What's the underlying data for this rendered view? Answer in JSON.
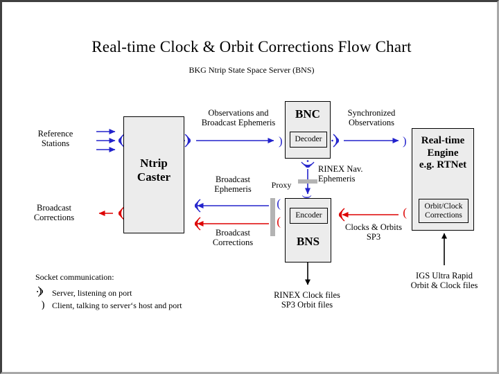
{
  "page": {
    "title": "Real-time Clock & Orbit Corrections Flow Chart",
    "subtitle": "BKG Ntrip State Space Server  (BNS)"
  },
  "colors": {
    "blue": "#2222cc",
    "red": "#dd0000",
    "box_fill": "#ececec",
    "box_border": "#000000",
    "proxy": "#b3b3b3",
    "frame_dark": "#404040",
    "frame_light": "#a8a8a8"
  },
  "boxes": {
    "caster": {
      "label": "Ntrip\nCaster",
      "line1": "Ntrip",
      "line2": "Caster"
    },
    "bnc": {
      "label": "BNC",
      "sub": {
        "label": "Decoder",
        "name": "decoder-box"
      }
    },
    "bns": {
      "label": "BNS",
      "sub": {
        "label": "Encoder",
        "name": "encoder-box"
      }
    },
    "engine": {
      "line1": "Real-time",
      "line2": "Engine",
      "line3": "e.g. RTNet",
      "sub": {
        "line1": "Orbit/Clock",
        "line2": "Corrections"
      }
    }
  },
  "labels": {
    "reference_stations": {
      "line1": "Reference",
      "line2": "Stations"
    },
    "broadcast_corrections_left": {
      "line1": "Broadcast",
      "line2": "Corrections"
    },
    "observations_broadcast_ephemeris": {
      "line1": "Observations and",
      "line2": "Broadcast Ephemeris"
    },
    "synchronized_observations": {
      "line1": "Synchronized",
      "line2": "Observations"
    },
    "broadcast_ephemeris": {
      "line1": "Broadcast",
      "line2": "Ephemeris"
    },
    "broadcast_corrections_mid": {
      "line1": "Broadcast",
      "line2": "Corrections"
    },
    "proxy": "Proxy",
    "rinex_nav_ephemeris": {
      "line1": "RINEX Nav.",
      "line2": "Ephemeris"
    },
    "clocks_orbits": {
      "line1": "Clocks & Orbits",
      "line2": "SP3"
    },
    "rinex_clock_files": {
      "line1": "RINEX Clock files",
      "line2": "SP3 Orbit files"
    },
    "igs_ultra_rapid": {
      "line1": "IGS Ultra Rapid",
      "line2": "Orbit & Clock files"
    }
  },
  "legend": {
    "title": "Socket communication:",
    "items": [
      {
        "glyph": "server-icon",
        "text": "Server,  listening on port"
      },
      {
        "glyph": "client-icon",
        "text": "Client,  talking to server‘s host and port"
      }
    ]
  },
  "flows": [
    {
      "name": "reference-stations-to-caster",
      "color": "blue",
      "direction": "right",
      "endpoint": "server"
    },
    {
      "name": "caster-to-bnc-observations",
      "color": "blue",
      "direction": "right",
      "endpoint": "client"
    },
    {
      "name": "bnc-to-engine-sync-observations",
      "color": "blue",
      "direction": "right",
      "endpoint": "client"
    },
    {
      "name": "bnc-to-bns-rinex-nav",
      "color": "blue",
      "direction": "down",
      "endpoint": "proxy"
    },
    {
      "name": "caster-to-bns-broadcast-ephemeris",
      "color": "blue",
      "direction": "left",
      "endpoint": "client"
    },
    {
      "name": "caster-broadcast-corrections-out",
      "color": "red",
      "direction": "left",
      "endpoint": "server"
    },
    {
      "name": "bns-to-caster-broadcast-corrections",
      "color": "red",
      "direction": "left",
      "endpoint": "client"
    },
    {
      "name": "engine-to-bns-clocks-orbits",
      "color": "red",
      "direction": "left",
      "endpoint": "client"
    },
    {
      "name": "bns-to-rinex-clock-files",
      "color": "black",
      "direction": "down",
      "endpoint": "none"
    },
    {
      "name": "igs-to-engine",
      "color": "black",
      "direction": "up",
      "endpoint": "none"
    }
  ]
}
